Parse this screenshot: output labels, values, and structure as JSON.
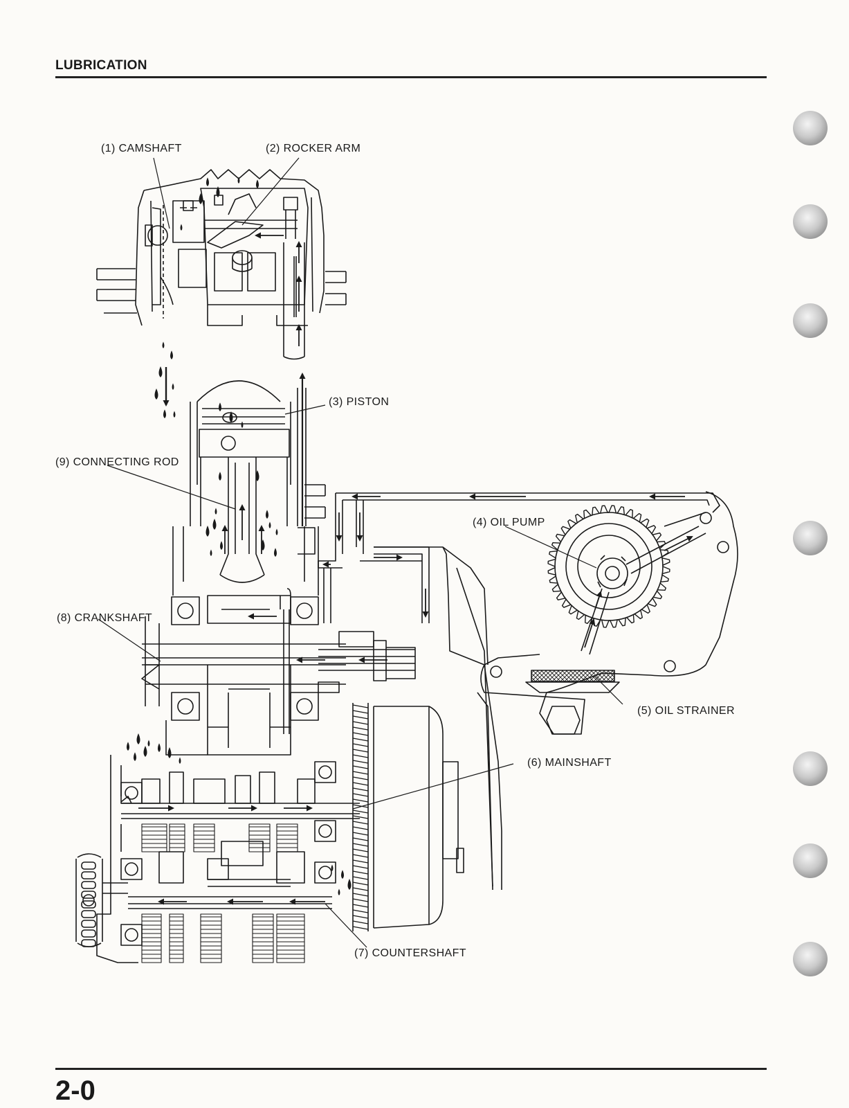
{
  "header": {
    "title": "LUBRICATION"
  },
  "footer": {
    "page_number": "2-0"
  },
  "labels": {
    "camshaft": "(1) CAMSHAFT",
    "rocker_arm": "(2) ROCKER ARM",
    "piston": "(3) PISTON",
    "oil_pump": "(4) OIL PUMP",
    "oil_strainer": "(5) OIL STRAINER",
    "mainshaft": "(6) MAINSHAFT",
    "countershaft": "(7) COUNTERSHAFT",
    "crankshaft": "(8) CRANKSHAFT",
    "connecting_rod": "(9) CONNECTING ROD"
  },
  "colors": {
    "ink": "#1a1a1a",
    "paper": "#fcfbf8"
  }
}
